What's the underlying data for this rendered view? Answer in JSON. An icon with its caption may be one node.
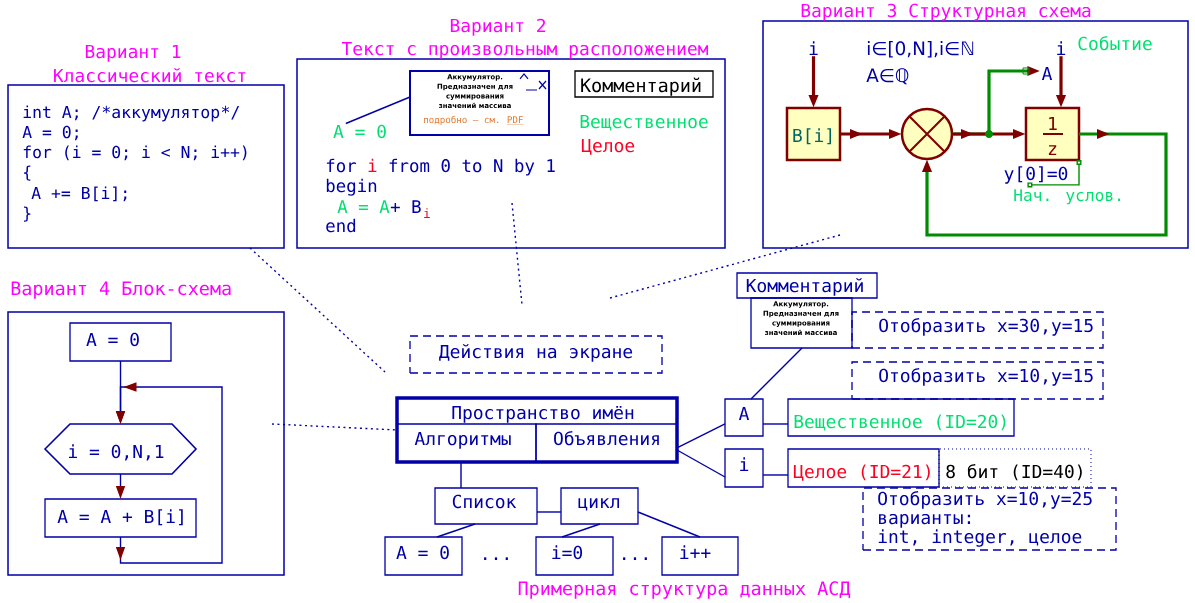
{
  "diagram": {
    "nodes": [
      {
        "text": [
          "Вариант 1",
          "Классический текст",
          "int A; /*аккумулятор",
          "*/",
          "A = 0;",
          "for (i = 0; i < N; i++)",
          "{",
          "A += B[i];",
          "}"
        ]
      },
      {
        "text": [
          "Вариант 2",
          "Текст с произвольным расположением",
          "for",
          "i",
          "from 0 to N by 1",
          "begin",
          "A = A",
          "+ B",
          "i",
          "end",
          "Вещественное",
          "Целое"
        ]
      },
      {
        "text": [
          "Аккумулятор. Предназначен для суммирования значений массива",
          "подробно – см.",
          "PDF"
        ],
        "in": 1
      },
      {
        "text": [
          "Комментарий"
        ],
        "in": 1
      },
      {
        "text": [
          "A = 0"
        ],
        "in": 1
      },
      {
        "text": [
          "Вариант 3 Структурная схема",
          "i∈[0,N],i∈ℕ",
          "A∈ℚ"
        ]
      },
      {
        "text": [
          "i"
        ],
        "in": 5
      },
      {
        "text": [
          "B[i]"
        ],
        "in": 5
      },
      {
        "text": [],
        "shape": "circle",
        "in": 5
      },
      {
        "text": [
          "A"
        ],
        "in": 5
      },
      {
        "text": [
          "i"
        ],
        "beside": [
          "Событие"
        ],
        "in": 5
      },
      {
        "text": [
          "1",
          "z"
        ],
        "in": 5
      },
      {
        "text": [
          "y[0]=0"
        ],
        "beside": [
          "Нач. услов."
        ],
        "in": 5
      },
      {
        "text": [
          "Вариант 4 Блок-схема"
        ]
      },
      {
        "text": [
          "A = 0"
        ],
        "in": 13
      },
      {
        "text": [
          "i = 0,N,1"
        ],
        "in": 13
      },
      {
        "text": [
          "A = A + B[i]"
        ],
        "in": 13
      },
      {
        "text": [
          "Действия на экране"
        ]
      },
      {
        "text": [
          "Комментарий"
        ]
      },
      {
        "text": [
          "Аккумулятор. Предназначен для суммирования значений массива"
        ]
      },
      {
        "text": [
          "Отобразить x=30,y=15"
        ]
      },
      {
        "text": [
          "Отобразить x=10,y=15"
        ]
      },
      {
        "text": [
          "Пространство имён"
        ]
      },
      {
        "text": [
          "Алгоритмы"
        ],
        "in": 22
      },
      {
        "text": [
          "Объявления"
        ],
        "in": 22
      },
      {
        "text": [
          "A"
        ]
      },
      {
        "text": [
          "Вещественное (ID=20)"
        ]
      },
      {
        "text": [
          "i"
        ]
      },
      {
        "text": [
          "Целое (ID=21)"
        ]
      },
      {
        "text": [
          "8 бит (ID=40)"
        ]
      },
      {
        "text": [
          "Отобразить x=10,y=25",
          "варианты:",
          "int, integer, целое"
        ]
      },
      {
        "text": [
          "Список"
        ]
      },
      {
        "text": [
          "цикл"
        ]
      },
      {
        "text": [
          "A = 0"
        ]
      },
      {
        "text": [
          "i=0"
        ]
      },
      {
        "text": [
          "i++"
        ]
      }
    ],
    "edges": [
      {
        "from": 2,
        "to": 4,
        "arrow": "none"
      },
      {
        "from": 6,
        "to": 7,
        "arrow": "to",
        "style": "thick",
        "color": "#800000"
      },
      {
        "from": 7,
        "to": 8,
        "arrow": "to",
        "style": "thick",
        "color": "#800000"
      },
      {
        "from": 8,
        "to": 9,
        "arrow": "to",
        "style": "thick",
        "color": "#008c00"
      },
      {
        "from": 8,
        "to": 11,
        "arrow": "to",
        "style": "thick",
        "color": "#800000"
      },
      {
        "from": 10,
        "to": 11,
        "arrow": "to",
        "style": "thick",
        "color": "#800000"
      },
      {
        "from": 11,
        "to": 8,
        "arrow": "to",
        "style": "thick",
        "color": "#008c00"
      },
      {
        "from": 12,
        "to": 11,
        "arrow": "other",
        "color": "#008c00"
      },
      {
        "from": 14,
        "to": 15,
        "arrow": "to"
      },
      {
        "from": 15,
        "to": 16,
        "arrow": "to"
      },
      {
        "from": 16,
        "to": 15,
        "arrow": "to"
      },
      {
        "from": 23,
        "to": 31,
        "arrow": "none"
      },
      {
        "from": 31,
        "to": 32,
        "arrow": "none"
      },
      {
        "from": 31,
        "to": 33,
        "arrow": "none"
      },
      {
        "from": 32,
        "to": 34,
        "arrow": "none"
      },
      {
        "from": 32,
        "to": 35,
        "arrow": "none"
      },
      {
        "from": 24,
        "to": 25,
        "arrow": "none"
      },
      {
        "from": 24,
        "to": 27,
        "arrow": "none"
      },
      {
        "from": 19,
        "to": 25,
        "arrow": "none"
      },
      {
        "from": 25,
        "to": 26,
        "arrow": "none"
      },
      {
        "from": 27,
        "to": 28,
        "arrow": "none"
      },
      {
        "from": 0,
        "to": null,
        "arrow": "none",
        "style": "dashed"
      },
      {
        "from": 1,
        "to": null,
        "arrow": "none",
        "style": "dashed"
      },
      {
        "from": 5,
        "to": null,
        "arrow": "none",
        "style": "dashed"
      },
      {
        "from": 13,
        "to": 23,
        "arrow": "none",
        "style": "dashed"
      }
    ],
    "labels": [
      "...",
      "...",
      "Примерная структура данных АСД"
    ]
  }
}
